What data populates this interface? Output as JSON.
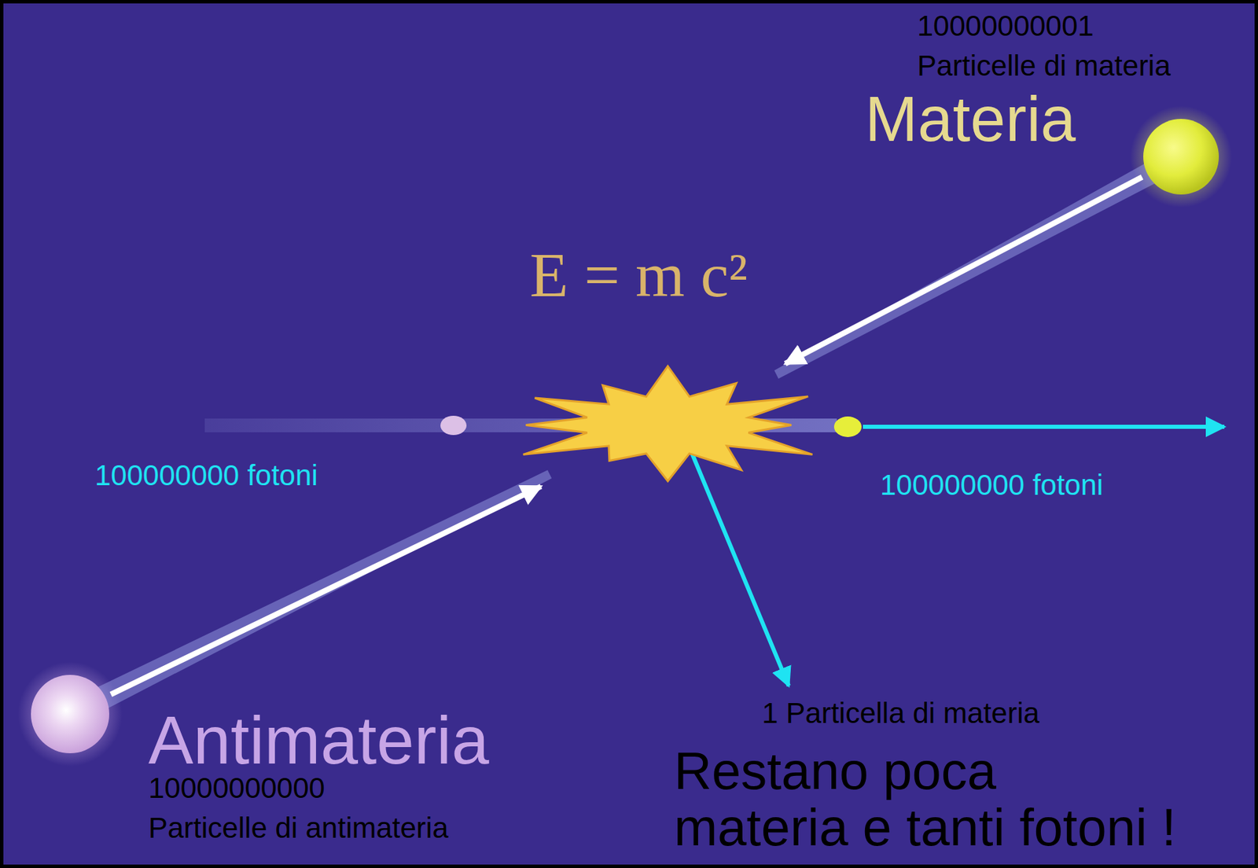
{
  "diagram": {
    "nodes": [
      {
        "text": [
          "Materia"
        ]
      },
      {
        "text": [
          "E = m c²"
        ]
      },
      {
        "text": [
          "Antimateria"
        ]
      }
    ],
    "edges": [
      {
        "from": 0,
        "to": 1,
        "arrow": "to"
      },
      {
        "from": 2,
        "to": 1,
        "arrow": "to"
      }
    ],
    "labels": [
      "10000000001 Particelle di materia",
      "100000000 fotoni",
      "100000000 fotoni",
      "1 Particella di materia",
      "Restano poca materia e tanti fotoni !",
      "10000000000 Particelle di antimateria"
    ]
  }
}
